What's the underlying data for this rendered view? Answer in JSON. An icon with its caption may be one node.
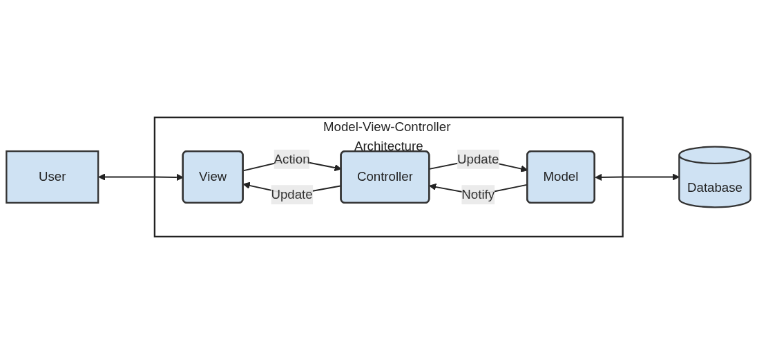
{
  "diagram": {
    "nodes": [
      {
        "text": [
          "User"
        ]
      },
      {
        "text": [
          "Model-View-Controller Architecture"
        ]
      },
      {
        "text": [
          "Controller"
        ],
        "in": 1
      },
      {
        "text": [
          "View"
        ],
        "in": 1
      },
      {
        "text": [
          "Model"
        ],
        "in": 1
      },
      {
        "text": [
          "Database"
        ]
      }
    ],
    "edges": [
      {
        "from": 0,
        "to": 3,
        "arrow": "both"
      },
      {
        "from": 3,
        "to": 2,
        "arrow": "to",
        "label": "Action"
      },
      {
        "from": 2,
        "to": 3,
        "arrow": "to",
        "label": "Update"
      },
      {
        "from": 2,
        "to": 4,
        "arrow": "to",
        "label": "Update"
      },
      {
        "from": 4,
        "to": 2,
        "arrow": "to",
        "label": "Notify"
      },
      {
        "from": 4,
        "to": 5,
        "arrow": "both"
      }
    ]
  }
}
